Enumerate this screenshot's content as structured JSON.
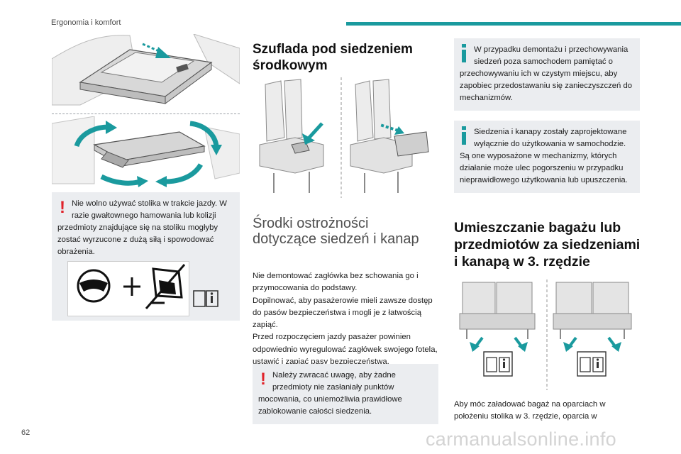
{
  "header": {
    "section": "Ergonomia i komfort"
  },
  "footer": {
    "page_number": "62",
    "watermark": "carmanualsonline.info"
  },
  "colors": {
    "accent": "#1a9a9e",
    "warning": "#e0222a",
    "info": "#1a9a9e",
    "note_bg": "#ebedf0"
  },
  "col1": {
    "warning_text": "Nie wolno używać stolika w trakcie jazdy. W razie gwałtownego hamowania lub kolizji przedmioty znajdujące się na stoliku mogłyby zostać wyrzucone z dużą siłą i spowodować obrażenia."
  },
  "col2": {
    "drawer_title": "Szuflada pod siedzeniem środkowym",
    "precautions_title": "Środki ostrożności dotyczące siedzeń i kanap",
    "paragraphs": [
      "Nie demontować zagłówka bez schowania go i przymocowania do podstawy.",
      "Dopilnować, aby pasażerowie mieli zawsze dostęp do pasów bezpieczeństwa i mogli je z łatwością zapiąć.",
      "Przed rozpoczęciem jazdy pasażer powinien odpowiednio wyregulować zagłówek swojego fotela, ustawić i zapiąć pasy bezpieczeństwa."
    ],
    "warning_text": "Należy zwracać uwagę, aby żadne przedmioty nie zasłaniały punktów mocowania, co uniemożliwia prawidłowe zablokowanie całości siedzenia."
  },
  "col3": {
    "info1": "W przypadku demontażu i przechowywania siedzeń poza samochodem pamiętać o przechowywaniu ich w czystym miejscu, aby zapobiec przedostawaniu się zanieczyszczeń do mechanizmów.",
    "info2": "Siedzenia i kanapy zostały zaprojektowane wyłącznie do użytkowania w samochodzie. Są one wyposażone w mechanizmy, których działanie może ulec pogorszeniu w przypadku nieprawidłowego użytkowania lub upuszczenia.",
    "luggage_title": "Umieszczanie bagażu lub przedmiotów za siedzeniami i kanapą w 3. rzędzie",
    "luggage_text": "Aby móc załadować bagaż na oparciach w położeniu stolika w 3. rzędzie, oparcia w"
  }
}
